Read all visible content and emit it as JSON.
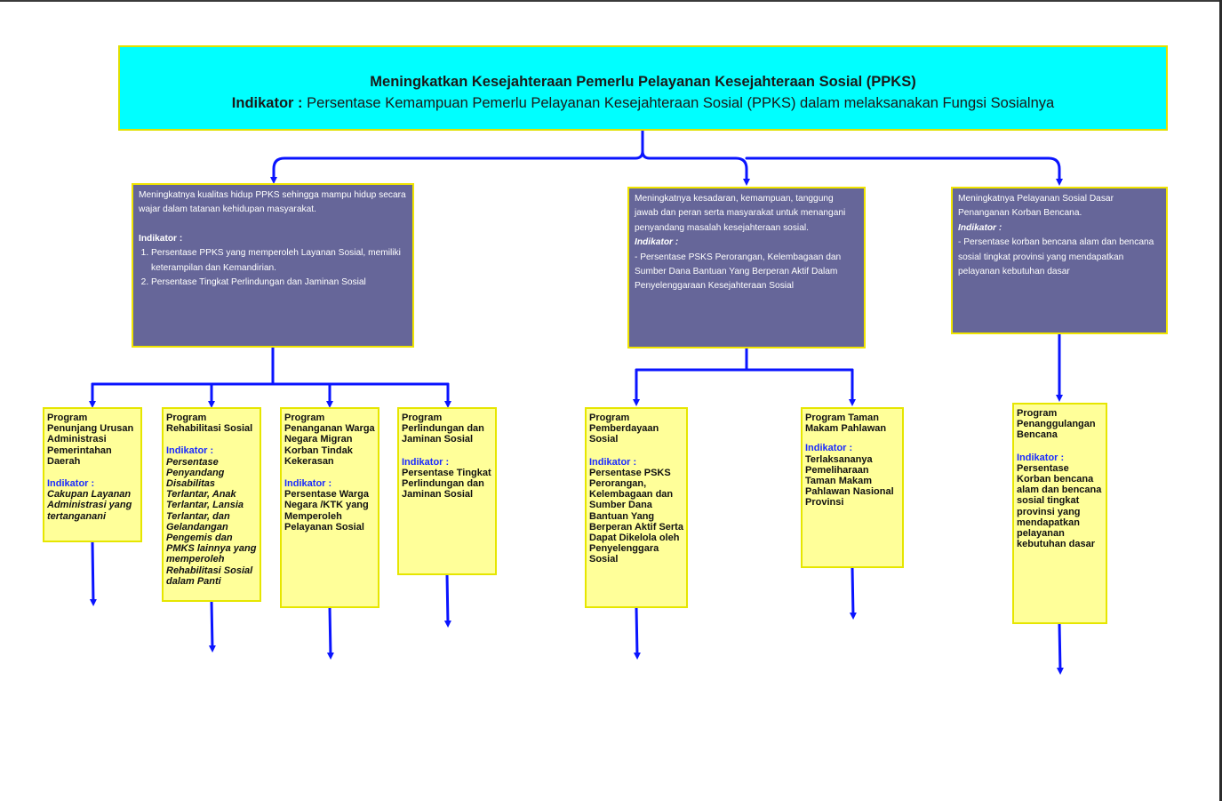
{
  "goal": {
    "title": "Meningkatkan Kesejahteraan Pemerlu Pelayanan Kesejahteraan Sosial (PPKS)",
    "indicator_label": "Indikator :",
    "indicator_text": " Persentase Kemampuan Pemerlu Pelayanan Kesejahteraan Sosial (PPKS) dalam melaksanakan Fungsi Sosialnya"
  },
  "objectives": [
    {
      "text": "Meningkatnya kualitas hidup PPKS sehingga mampu hidup secara wajar dalam tatanan kehidupan masyarakat.",
      "indicator_label": "Indikator :",
      "items": [
        "Persentase PPKS yang memperoleh Layanan Sosial, memiliki keterampilan dan Kemandirian.",
        "Persentase Tingkat Perlindungan dan Jaminan Sosial"
      ]
    },
    {
      "text": "Meningkatnya kesadaran, kemampuan, tanggung jawab dan peran serta masyarakat untuk menangani penyandang masalah kesejahteraan sosial.",
      "indicator_label": "Indikator :",
      "indicator_text": "- Persentase PSKS Perorangan, Kelembagaan dan Sumber Dana Bantuan Yang Berperan Aktif Dalam Penyelenggaraan Kesejahteraan Sosial"
    },
    {
      "text": "Meningkatnya Pelayanan Sosial Dasar Penanganan Korban Bencana.",
      "indicator_label": "Indikator :",
      "indicator_text": "- Persentase korban bencana alam dan bencana sosial tingkat provinsi yang mendapatkan pelayanan kebutuhan dasar"
    }
  ],
  "programs": [
    {
      "title": "Program Penunjang Urusan Administrasi Pemerintahan Daerah",
      "indicator_label": "Indikator :",
      "indicator_text": "Cakupan Layanan Administrasi yang tertanganani"
    },
    {
      "title": "Program Rehabilitasi Sosial",
      "indicator_label": "Indikator :",
      "indicator_text": "Persentase Penyandang Disabilitas Terlantar, Anak Terlantar, Lansia Terlantar, dan Gelandangan Pengemis dan PMKS lainnya yang memperoleh Rehabilitasi Sosial dalam Panti"
    },
    {
      "title": "Program Penanganan Warga Negara Migran Korban Tindak Kekerasan",
      "indicator_label": "Indikator :",
      "indicator_text": "Persentase Warga Negara /KTK yang Memperoleh Pelayanan Sosial"
    },
    {
      "title": "Program Perlindungan dan Jaminan Sosial",
      "indicator_label": "Indikator :",
      "indicator_text": "Persentase Tingkat Perlindungan dan Jaminan Sosial"
    },
    {
      "title": "Program Pemberdayaan Sosial",
      "indicator_label": "Indikator :",
      "indicator_text": "Persentase PSKS Perorangan, Kelembagaan dan Sumber Dana Bantuan Yang Berperan Aktif Serta Dapat Dikelola oleh Penyelenggara Sosial"
    },
    {
      "title": "Program Taman Makam Pahlawan",
      "indicator_label": "Indikator :",
      "indicator_text": "Terlaksananya Pemeliharaan Taman Makam Pahlawan Nasional Provinsi"
    },
    {
      "title": "Program Penanggulangan Bencana",
      "indicator_label": "Indikator :",
      "indicator_text": "Persentase Korban bencana alam dan bencana sosial tingkat provinsi yang mendapatkan pelayanan kebutuhan dasar"
    }
  ],
  "colors": {
    "goal_fill": "#00ffff",
    "objective_fill": "#666699",
    "program_fill": "#ffff99",
    "border": "#e6e600",
    "arrow": "#0a14ff"
  }
}
